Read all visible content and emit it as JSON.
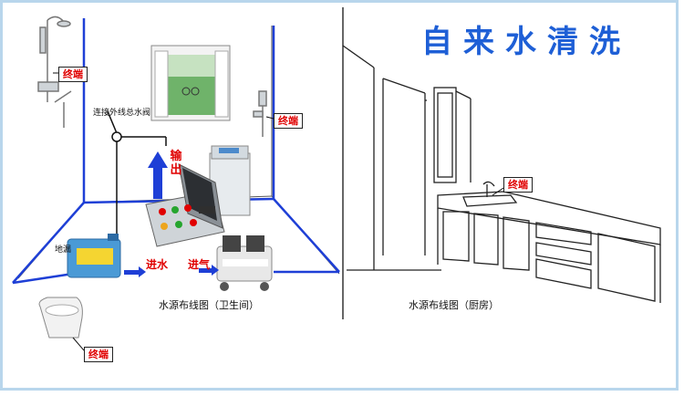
{
  "header": {
    "title": "自来水清洗"
  },
  "bathroom": {
    "shower_terminal": "终端",
    "tap_terminal": "终端",
    "toilet_terminal": "终端",
    "main_valve_label": "连接外线总水阀",
    "output_label": "输出",
    "water_in_label": "进水",
    "air_in_label": "进气",
    "floor_label": "地漏",
    "caption": "水源布线图（卫生间）"
  },
  "kitchen": {
    "sink_terminal": "终端",
    "caption": "水源布线图（厨房）"
  },
  "colors": {
    "pipe_blue": "#1e3fd6",
    "accent_red": "#e00000",
    "title_blue": "#1e5fd6"
  }
}
